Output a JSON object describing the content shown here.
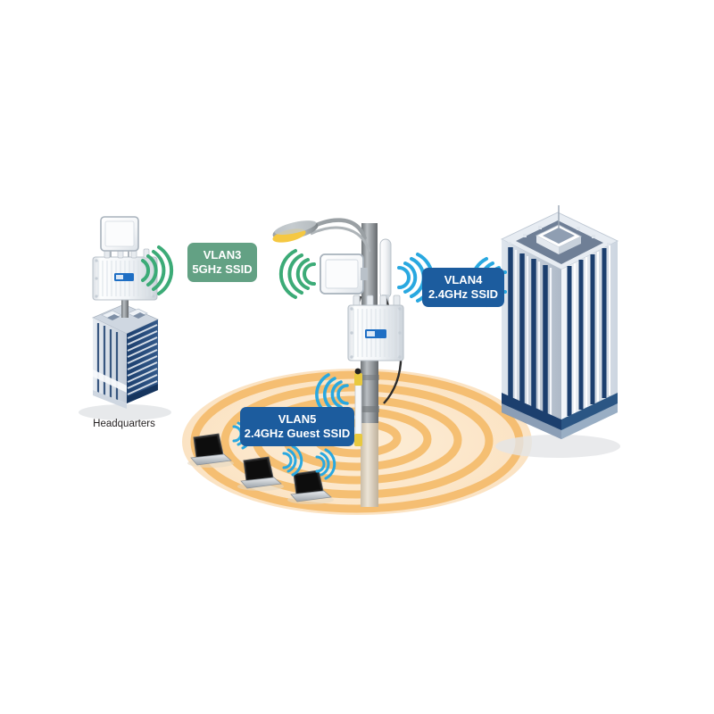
{
  "diagram": {
    "title": "Outdoor Wireless VLAN SSID Deployment Diagram",
    "background_color": "#ffffff"
  },
  "labels": {
    "headquarters": "Headquarters"
  },
  "badges": [
    {
      "id": "vlan3",
      "line1": "VLAN3",
      "line2": "5GHz SSID",
      "color": "#63a184",
      "text_color": "#ffffff"
    },
    {
      "id": "vlan4",
      "line1": "VLAN4",
      "line2": "2.4GHz SSID",
      "color": "#1c5c9e",
      "text_color": "#ffffff"
    },
    {
      "id": "vlan5",
      "line1": "VLAN5",
      "line2": "2.4GHz Guest SSID",
      "color": "#1c5c9e",
      "text_color": "#ffffff"
    }
  ],
  "nodes": {
    "left_building": {
      "name": "Headquarters building",
      "type": "office-tower"
    },
    "right_building": {
      "name": "Remote office tower",
      "type": "office-tower"
    },
    "left_access_point": {
      "name": "Outdoor access point with panel antenna",
      "type": "outdoor-ap"
    },
    "pole_access_point": {
      "name": "Street pole outdoor access point",
      "type": "outdoor-ap"
    },
    "street_lamp": {
      "name": "Street lamp",
      "lamp_color": "#f5c842"
    },
    "clients": [
      {
        "name": "Guest laptop 1",
        "type": "laptop"
      },
      {
        "name": "Guest laptop 2",
        "type": "laptop"
      },
      {
        "name": "Guest laptop 3",
        "type": "laptop"
      }
    ]
  },
  "signals": {
    "green_5ghz": {
      "color": "#3cab77",
      "band": "5GHz",
      "count": 4
    },
    "blue_24ghz": {
      "color": "#29a8e0",
      "band": "2.4GHz",
      "count": 4
    },
    "coverage_rings": {
      "color": "#f5bd6e",
      "fill": "#fbe3c3",
      "ring_count": 5,
      "band": "2.4GHz Guest"
    }
  },
  "colors": {
    "ap_body_light": "#fbfcfd",
    "ap_body_shade": "#d8dde3",
    "pole_gray": "#8d9296",
    "building_dark_blue": "#1c3f6e",
    "building_light": "#eef2f7",
    "logo_blue": "#1f6fc4",
    "shadow": "#e3e5e7"
  }
}
